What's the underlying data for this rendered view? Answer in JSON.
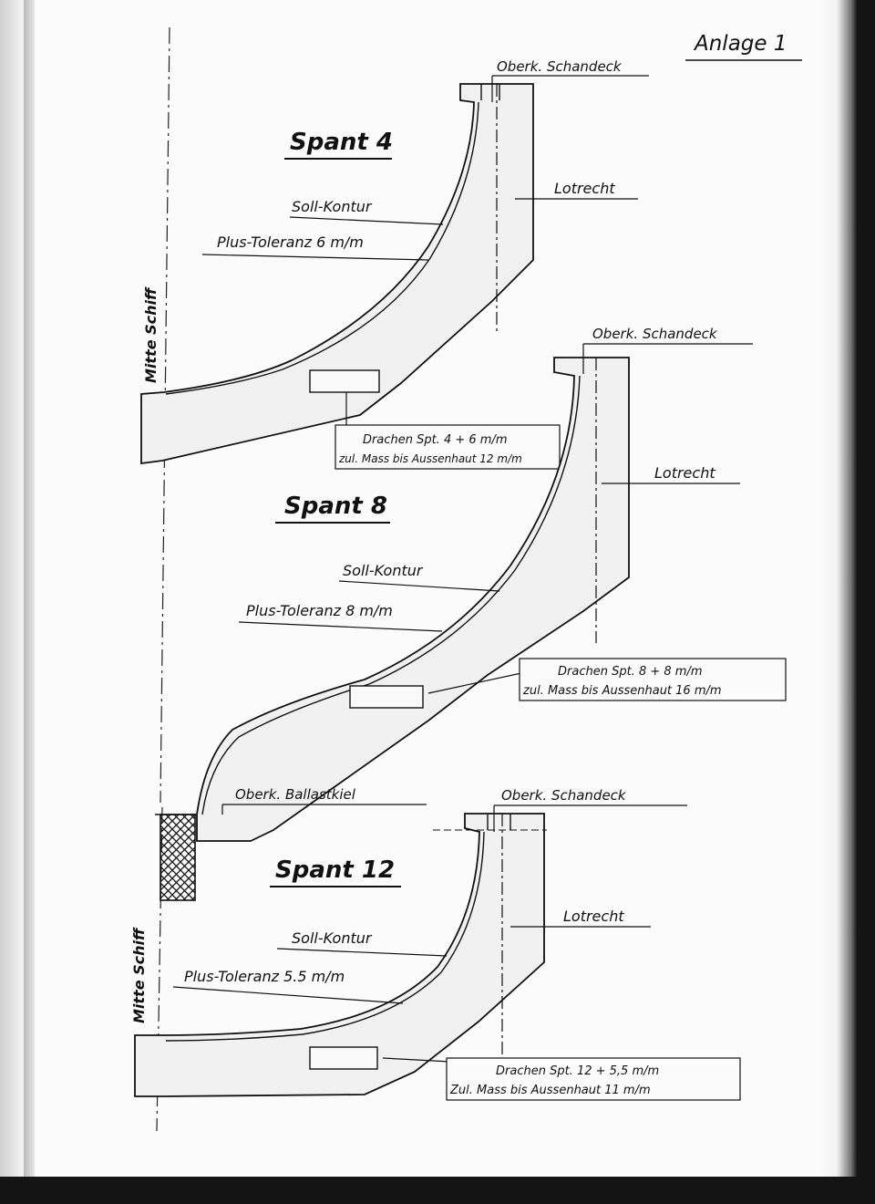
{
  "document": {
    "annex": "Anlage 1",
    "centerline_label": "Mitte Schiff",
    "sections": [
      {
        "title": "Spant 4",
        "top_label": "Oberk. Schandeck",
        "vertical_label": "Lotrecht",
        "contour_label": "Soll-Kontur",
        "tolerance_label": "Plus-Toleranz 6 m/m",
        "box_line1": "Drachen Spt. 4 + 6 m/m",
        "box_line2": "zul. Mass bis Aussenhaut 12 m/m"
      },
      {
        "title": "Spant 8",
        "top_label": "Oberk. Schandeck",
        "vertical_label": "Lotrecht",
        "contour_label": "Soll-Kontur",
        "tolerance_label": "Plus-Toleranz 8 m/m",
        "box_line1": "Drachen Spt. 8 + 8 m/m",
        "box_line2": "zul. Mass bis Aussenhaut 16 m/m",
        "keel_label": "Oberk. Ballastkiel"
      },
      {
        "title": "Spant 12",
        "top_label": "Oberk. Schandeck",
        "vertical_label": "Lotrecht",
        "contour_label": "Soll-Kontur",
        "tolerance_label": "Plus-Toleranz 5.5 m/m",
        "box_line1": "Drachen Spt. 12 + 5,5 m/m",
        "box_line2": "Zul. Mass bis Aussenhaut 11 m/m"
      }
    ]
  }
}
